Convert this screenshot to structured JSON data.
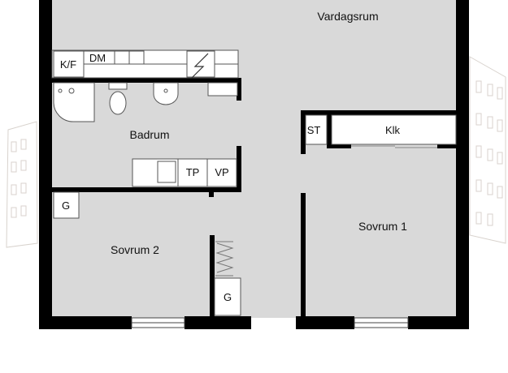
{
  "floorplan": {
    "rooms": {
      "living": "Vardagsrum",
      "bathroom": "Badrum",
      "bedroom1": "Sovrum 1",
      "bedroom2": "Sovrum 2"
    },
    "fixtures": {
      "fridge_freezer": "K/F",
      "dishwasher": "DM",
      "storage": "ST",
      "closet": "Klk",
      "dryer": "TP",
      "washer": "VP",
      "wardrobe_bed2": "G",
      "wardrobe_hall": "G"
    }
  },
  "colors": {
    "floor": "#d9d9d9",
    "wall": "#000000",
    "fixture": "#ffffff",
    "background": "#ffffff",
    "building_sketch": "#c8c0b8"
  }
}
